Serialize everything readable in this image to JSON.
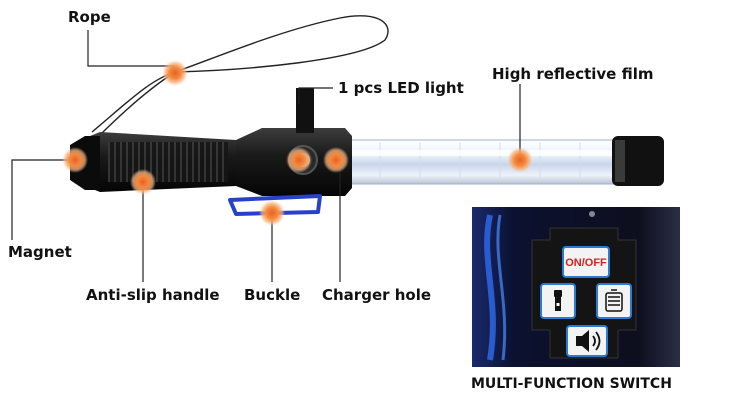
{
  "labels": {
    "rope": "Rope",
    "led": "1 pcs LED light",
    "film": "High reflective film",
    "magnet": "Magnet",
    "handle": "Anti-slip handle",
    "buckle": "Buckle",
    "charger": "Charger hole"
  },
  "switch_panel": {
    "caption": "MULTI-FUNCTION SWITCH",
    "onoff_label": "ON/OFF",
    "icons": [
      "flashlight-icon",
      "battery-icon",
      "speaker-icon"
    ]
  },
  "colors": {
    "hotspot": "#f58a3c",
    "onoff_text": "#d81e1e",
    "button_outline": "#2a7bd6",
    "buckle": "#2742c9"
  }
}
